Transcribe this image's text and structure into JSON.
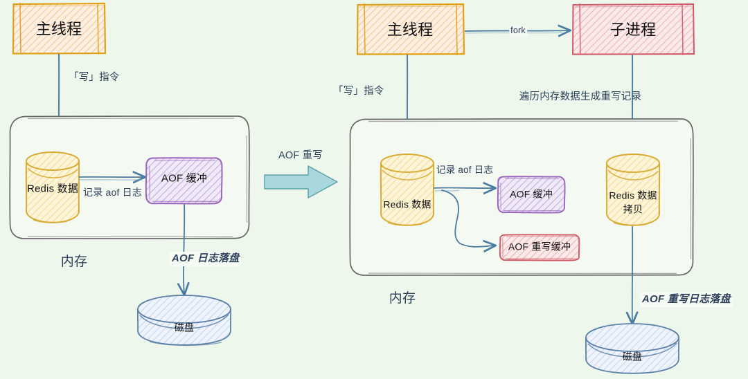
{
  "meta": {
    "title": "Redis AOF 重写流程图",
    "background_color": "#eef7ec"
  },
  "palette": {
    "bg": "#eef7ec",
    "orange_stroke": "#e0a21a",
    "orange_fill": "#fbe6cf",
    "red_stroke": "#d05a66",
    "red_fill": "#f8d9da",
    "purple_stroke": "#9966bb",
    "purple_fill": "#e7dcf2",
    "yellow_stroke": "#d8ab32",
    "yellow_fill": "#fdeec2",
    "blue_stroke": "#5b7fa6",
    "blue_fill": "#dfe8f7",
    "gray_stroke": "#676767",
    "panel_fill": "#f4f9f2",
    "arrow_teal_fill": "#a8d8dd",
    "arrow_teal_stroke": "#5b9fa8",
    "text": "#2d4059"
  },
  "left_stage": {
    "main_thread": {
      "label": "主线程"
    },
    "write_command": {
      "label": "「写」指令"
    },
    "memory_panel": {
      "label": "内存"
    },
    "redis_data": {
      "label": "Redis 数据"
    },
    "record_aof": {
      "label": "记录 aof 日志"
    },
    "aof_buffer": {
      "label": "AOF 缓冲"
    },
    "aof_flush": {
      "label": "AOF 日志落盘"
    },
    "disk": {
      "label": "磁盘"
    }
  },
  "transition": {
    "label": "AOF 重写"
  },
  "right_stage": {
    "main_thread": {
      "label": "主线程"
    },
    "fork": {
      "label": "fork"
    },
    "child_process": {
      "label": "子进程"
    },
    "write_command": {
      "label": "「写」指令"
    },
    "traverse": {
      "label": "遍历内存数据生成重写记录"
    },
    "memory_panel": {
      "label": "内存"
    },
    "redis_data": {
      "label": "Redis 数据"
    },
    "record_aof": {
      "label": "记录 aof 日志"
    },
    "aof_buffer": {
      "label": "AOF 缓冲"
    },
    "aof_rewrite_buffer": {
      "label": "AOF 重写缓冲"
    },
    "redis_data_copy": {
      "label_line1": "Redis 数据",
      "label_line2": "拷贝"
    },
    "aof_rewrite_flush": {
      "label": "AOF 重写日志落盘"
    },
    "disk": {
      "label": "磁盘"
    }
  }
}
